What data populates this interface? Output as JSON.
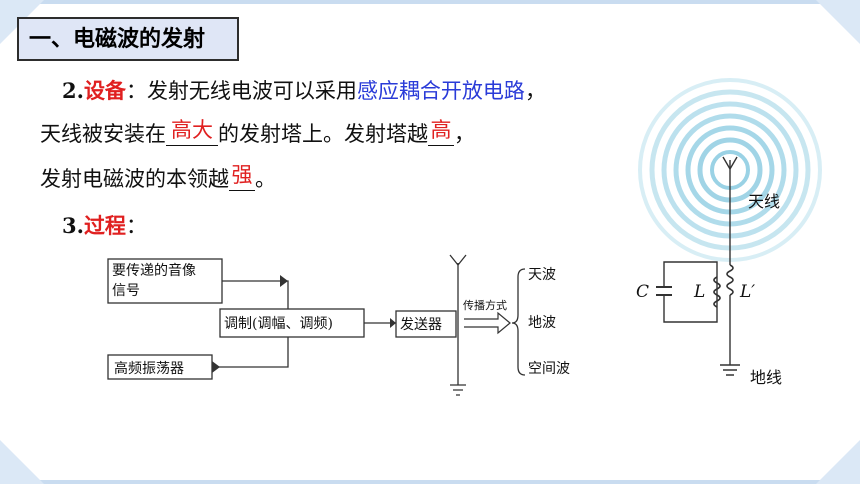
{
  "section_title": "一、电磁波的发射",
  "equipment": {
    "num": "2.",
    "heading": "设备",
    "colon": "：",
    "text1": "发射无线电波可以采用",
    "highlight": "感应耦合开放电路",
    "comma1": "，",
    "text2": "天线被安装在",
    "blank1": "高大",
    "text3": "的发射塔上。发射塔越",
    "blank2": "高",
    "comma2": "，",
    "text4": "发射电磁波的本领越",
    "blank3": "强",
    "period": "。"
  },
  "process": {
    "num": "3.",
    "heading": "过程",
    "colon": "："
  },
  "flow": {
    "signal_line1": "要传递的音像",
    "signal_line2": "信号",
    "oscillator": "高频振荡器",
    "modulation": "调制(调幅、调频)",
    "transmitter": "发送器",
    "propagation": "传播方式",
    "ways": [
      "天波",
      "地波",
      "空间波"
    ]
  },
  "circuit": {
    "antenna_label": "天线",
    "ground_label": "地线",
    "c_label": "C",
    "l_label": "L",
    "lprime_label": "L′"
  }
}
